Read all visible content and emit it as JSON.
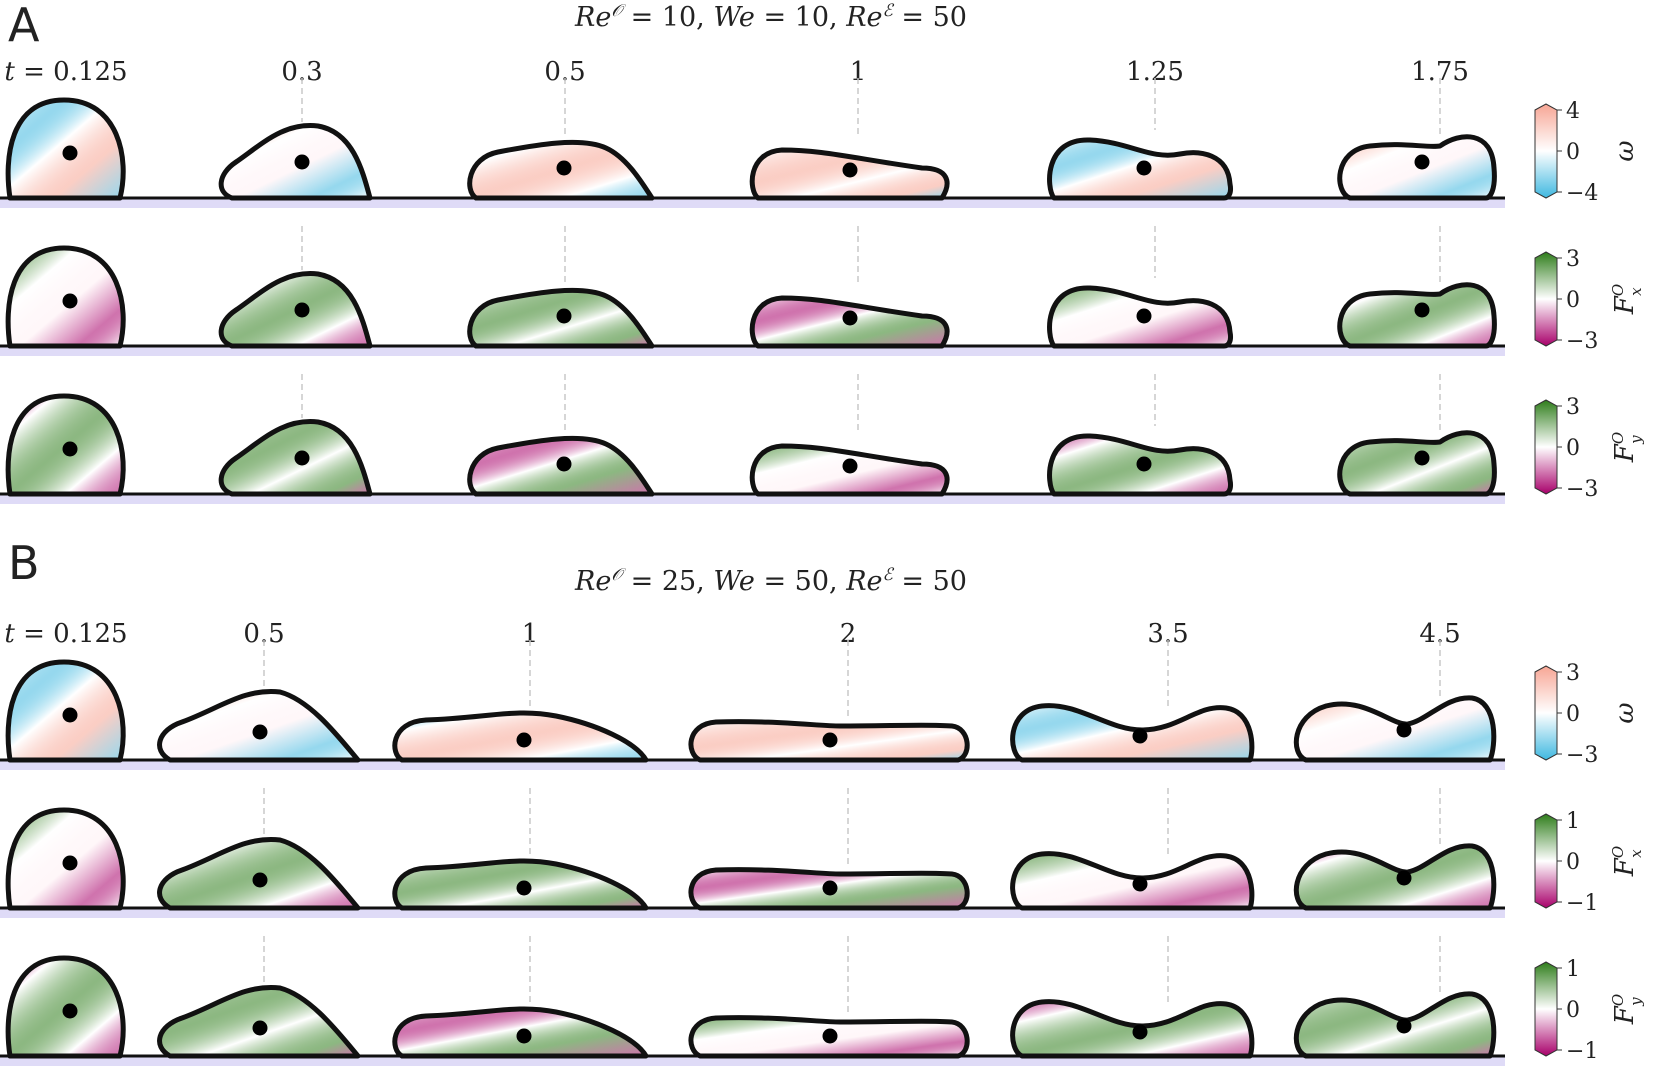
{
  "colors": {
    "omega_pos": "#f7a594",
    "omega_neg": "#3fb8e0",
    "force_pos": "#2e7d1a",
    "force_neg": "#a8006a",
    "outline": "#111111",
    "substrate": "#c9c3f2",
    "guide": "#c8c8c8"
  },
  "panels": [
    {
      "letter": "A",
      "title": {
        "re_o": "Re^O = 10,",
        "we": "We = 10,",
        "re_e": "Re^E = 50"
      },
      "time_prefix": "t = ",
      "times": [
        "0.125",
        "0.3",
        "0.5",
        "1",
        "1.25",
        "1.75"
      ],
      "rows": [
        {
          "field": "ω",
          "cbar_ticks": [
            "4",
            "0",
            "−4"
          ],
          "map": "omega"
        },
        {
          "field": "F",
          "sup": "O",
          "sub": "x",
          "cbar_ticks": [
            "3",
            "0",
            "−3"
          ],
          "map": "force"
        },
        {
          "field": "F",
          "sup": "O",
          "sub": "y",
          "cbar_ticks": [
            "3",
            "0",
            "−3"
          ],
          "map": "force"
        }
      ]
    },
    {
      "letter": "B",
      "title": {
        "re_o": "Re^O = 25,",
        "we": "We = 50,",
        "re_e": "Re^E = 50"
      },
      "time_prefix": "t = ",
      "times": [
        "0.125",
        "0.5",
        "1",
        "2",
        "3.5",
        "4.5"
      ],
      "rows": [
        {
          "field": "ω",
          "cbar_ticks": [
            "3",
            "0",
            "−3"
          ],
          "map": "omega"
        },
        {
          "field": "F",
          "sup": "O",
          "sub": "x",
          "cbar_ticks": [
            "1",
            "0",
            "−1"
          ],
          "map": "force"
        },
        {
          "field": "F",
          "sup": "O",
          "sub": "y",
          "cbar_ticks": [
            "1",
            "0",
            "−1"
          ],
          "map": "force"
        }
      ]
    }
  ]
}
